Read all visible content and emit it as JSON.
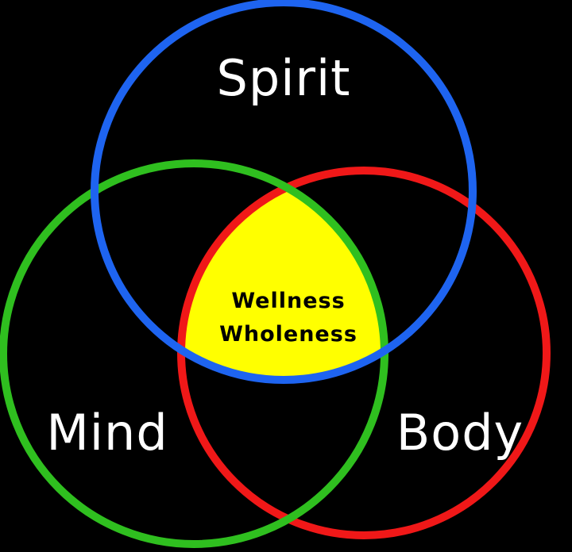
{
  "diagram": {
    "circles": {
      "spirit": {
        "label": "Spirit",
        "color": "#1e64f0"
      },
      "mind": {
        "label": "Mind",
        "color": "#2fbf1f"
      },
      "body": {
        "label": "Body",
        "color": "#f01818"
      }
    },
    "intersection": {
      "fill_color": "#ffff00",
      "line1": "Wellness",
      "line2": "Wholeness"
    },
    "background_color": "#000000"
  }
}
